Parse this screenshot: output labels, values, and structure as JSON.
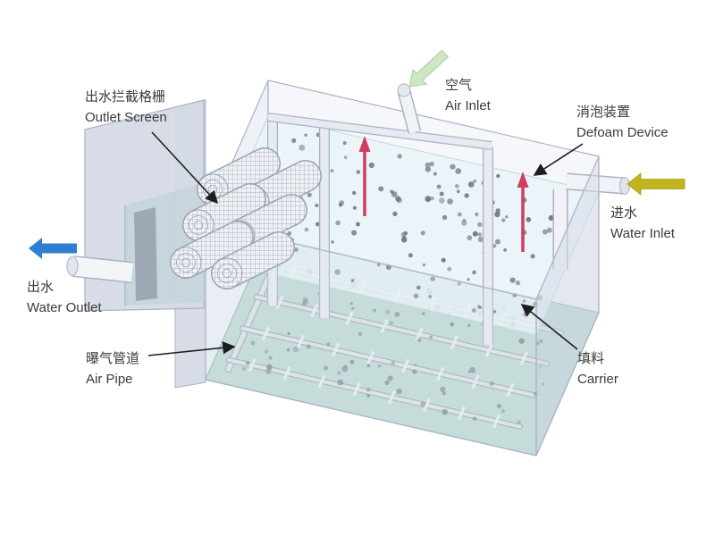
{
  "labels": {
    "outlet_screen_zh": "出水拦截格栅",
    "outlet_screen_en": "Outlet Screen",
    "air_inlet_zh": "空气",
    "air_inlet_en": "Air Inlet",
    "defoam_zh": "消泡装置",
    "defoam_en": "Defoam Device",
    "water_inlet_zh": "进水",
    "water_inlet_en": "Water Inlet",
    "water_outlet_zh": "出水",
    "water_outlet_en": "Water Outlet",
    "air_pipe_zh": "曝气管道",
    "air_pipe_en": "Air Pipe",
    "carrier_zh": "填料",
    "carrier_en": "Carrier"
  },
  "colors": {
    "water_outlet_arrow": "#2e7fd2",
    "water_inlet_arrow": "#c2b41e",
    "air_inlet_arrow": "#cfe6c3",
    "defoam_device": "#d23c5f",
    "carrier_dot": "#6d7682",
    "tank_wall": "#d5dbe7",
    "water_surface": "#e9f3f7",
    "tank_bottom": "#b7d6cf"
  }
}
